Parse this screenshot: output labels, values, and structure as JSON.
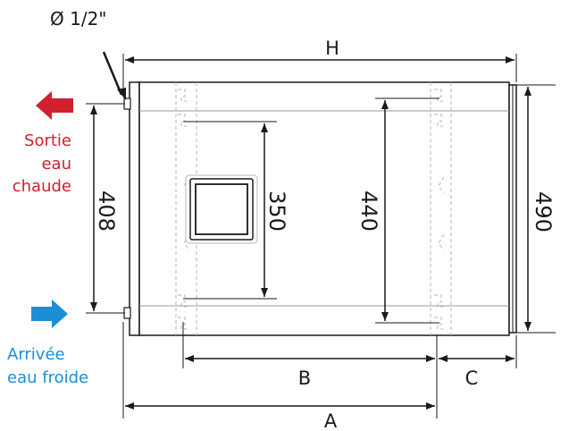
{
  "labels": {
    "pipe_diameter": "Ø 1/2\"",
    "dim_H": "H",
    "dim_A": "A",
    "dim_B": "B",
    "dim_C": "C",
    "dim_408": "408",
    "dim_350": "350",
    "dim_440": "440",
    "dim_490": "490",
    "outlet_line1": "Sortie",
    "outlet_line2": "eau",
    "outlet_line3": "chaude",
    "inlet_line1": "Arrivée",
    "inlet_line2": "eau froide"
  },
  "colors": {
    "hot_water": "#d0202e",
    "cold_water": "#1a8fd6",
    "line": "#1a1a1a",
    "hidden_line": "#b5b5b5"
  },
  "icons": {
    "outlet_arrow": "arrow-left-icon",
    "inlet_arrow": "arrow-right-icon"
  }
}
